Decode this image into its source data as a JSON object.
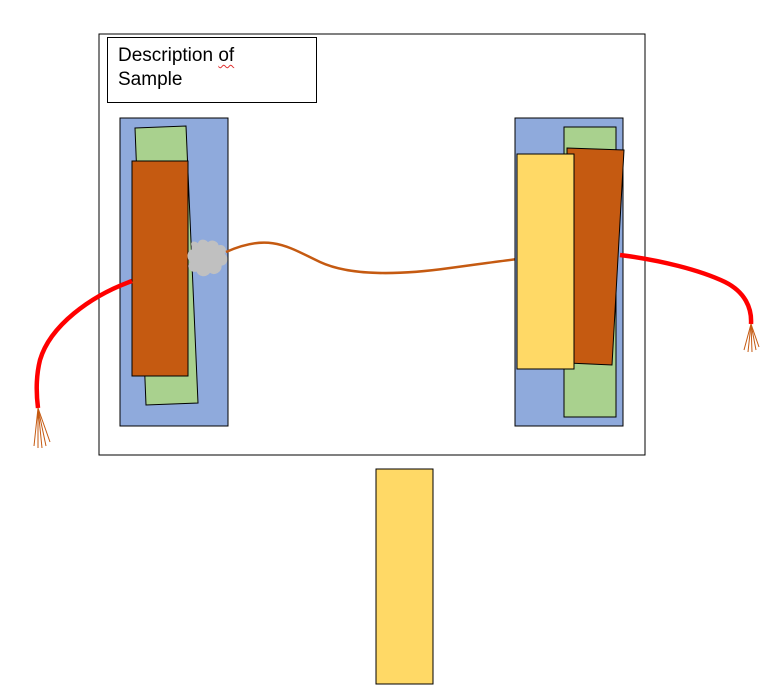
{
  "label": {
    "line1_text": "Description",
    "line1_underlined_word": "of",
    "line2": "Sample"
  },
  "colors": {
    "frame_border": "#000000",
    "blue_holder": "#8faadc",
    "green_plate": "#a9d18e",
    "orange_plate": "#c55a11",
    "yellow_plate": "#ffd966",
    "red_wire": "#ff0000",
    "copper_wire": "#c55a11",
    "paste_blob": "#c0c0c0",
    "spell_underline": "#e03030"
  }
}
